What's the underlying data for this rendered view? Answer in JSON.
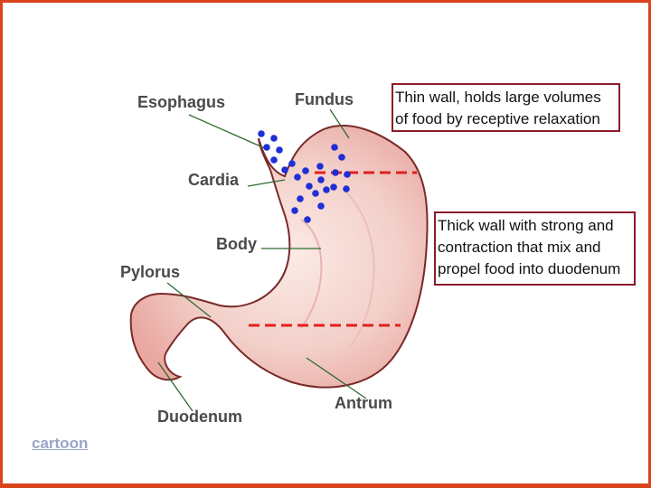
{
  "labels": {
    "esophagus": "Esophagus",
    "fundus": "Fundus",
    "cardia": "Cardia",
    "body": "Body",
    "pylorus": "Pylorus",
    "duodenum": "Duodenum",
    "antrum": "Antrum"
  },
  "notes": {
    "fundus_note": {
      "line1": "Thin wall, holds large volumes",
      "line2": " of food by receptive relaxation"
    },
    "antrum_note": {
      "line1": "Thick wall with strong and",
      "line2": "contraction that mix and",
      "line3": "propel food into duodenum"
    }
  },
  "link_text": "cartoon",
  "colors": {
    "frame": "#d9441c",
    "note_border": "#8b1a2b",
    "dots": "#1f2fd6",
    "dashed_line": "#e0201f",
    "stomach_fill": "#f3c9c3",
    "stomach_outline": "#7a2a2a",
    "leader_line": "#2f6b2f",
    "label_text": "#4a4a4a"
  }
}
